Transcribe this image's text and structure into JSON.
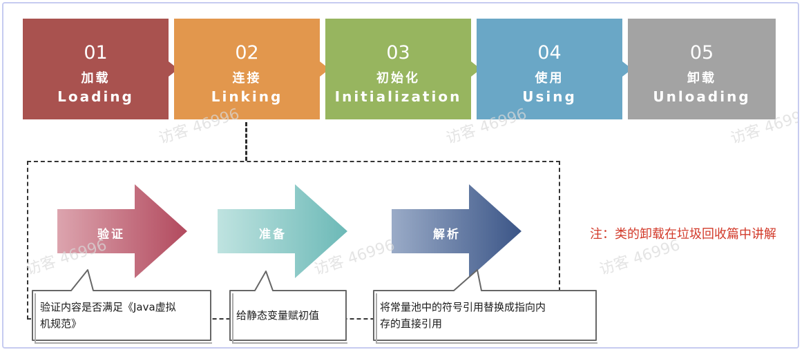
{
  "stages": [
    {
      "num": "01",
      "zh": "加载",
      "en": "Loading",
      "color": "#a9524f"
    },
    {
      "num": "02",
      "zh": "连接",
      "en": "Linking",
      "color": "#e2974d"
    },
    {
      "num": "03",
      "zh": "初始化",
      "en": "Initialization",
      "color": "#97b55f"
    },
    {
      "num": "04",
      "zh": "使用",
      "en": "Using",
      "color": "#6aa7c6"
    },
    {
      "num": "05",
      "zh": "卸载",
      "en": "Unloading",
      "color": "#a3a3a3"
    }
  ],
  "linking_steps": [
    {
      "label": "验证",
      "desc_line1": "验证内容是否满足《Java虚拟",
      "desc_line2": "机规范》",
      "color_from": "#dca4ae",
      "color_to": "#b24a5e"
    },
    {
      "label": "准备",
      "desc_line1": "给静态变量赋初值",
      "desc_line2": "",
      "color_from": "#bfe3e0",
      "color_to": "#6cb9b7"
    },
    {
      "label": "解析",
      "desc_line1": "将常量池中的符号引用替换成指向内",
      "desc_line2": "存的直接引用",
      "color_from": "#9aabc7",
      "color_to": "#3b5587"
    }
  ],
  "note": "注：类的卸载在垃圾回收篇中讲解",
  "watermark": "访客 46996"
}
